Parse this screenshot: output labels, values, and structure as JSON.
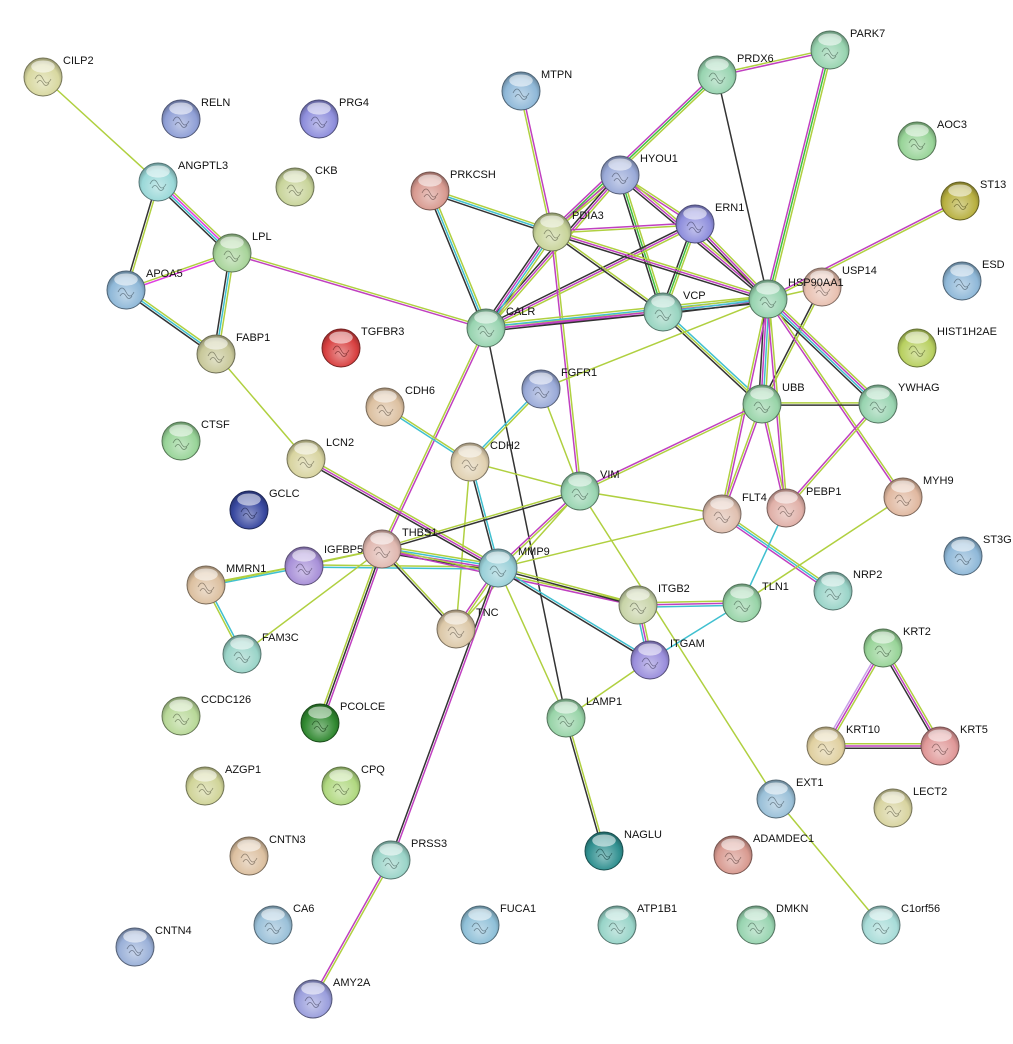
{
  "network": {
    "nodes": [
      {
        "id": "CILP2",
        "label": "CILP2",
        "color": "#d8d8a0"
      },
      {
        "id": "RELN",
        "label": "RELN",
        "color": "#8f9fd6"
      },
      {
        "id": "PRG4",
        "label": "PRG4",
        "color": "#8e8edc"
      },
      {
        "id": "MTPN",
        "label": "MTPN",
        "color": "#8fb8d8"
      },
      {
        "id": "PRDX6",
        "label": "PRDX6",
        "color": "#98d4b0"
      },
      {
        "id": "PARK7",
        "label": "PARK7",
        "color": "#98d4b0"
      },
      {
        "id": "AOC3",
        "label": "AOC3",
        "color": "#98d498"
      },
      {
        "id": "ANGPTL3",
        "label": "ANGPTL3",
        "color": "#9ad8d8"
      },
      {
        "id": "CKB",
        "label": "CKB",
        "color": "#c8d49a"
      },
      {
        "id": "PRKCSH",
        "label": "PRKCSH",
        "color": "#d89a90"
      },
      {
        "id": "HYOU1",
        "label": "HYOU1",
        "color": "#9aaad8"
      },
      {
        "id": "ST13",
        "label": "ST13",
        "color": "#b8b040"
      },
      {
        "id": "ERN1",
        "label": "ERN1",
        "color": "#8e8edc"
      },
      {
        "id": "LPL",
        "label": "LPL",
        "color": "#a8d49a"
      },
      {
        "id": "PDIA3",
        "label": "PDIA3",
        "color": "#c8d49a"
      },
      {
        "id": "APOA5",
        "label": "APOA5",
        "color": "#8fb8d8"
      },
      {
        "id": "USP14",
        "label": "USP14",
        "color": "#e8c0b0"
      },
      {
        "id": "ESD",
        "label": "ESD",
        "color": "#8fb8d8"
      },
      {
        "id": "HSP90AA1",
        "label": "HSP90AA1",
        "color": "#98d4b0"
      },
      {
        "id": "VCP",
        "label": "VCP",
        "color": "#98d4c0"
      },
      {
        "id": "CALR",
        "label": "CALR",
        "color": "#98d4b0"
      },
      {
        "id": "TGFBR3",
        "label": "TGFBR3",
        "color": "#d84040"
      },
      {
        "id": "FABP1",
        "label": "FABP1",
        "color": "#c8c89a"
      },
      {
        "id": "HIST1H2AE",
        "label": "HIST1H2AE",
        "color": "#b8d060"
      },
      {
        "id": "FGFR1",
        "label": "FGFR1",
        "color": "#9aaad8"
      },
      {
        "id": "YWHAG",
        "label": "YWHAG",
        "color": "#98d4b0"
      },
      {
        "id": "CDH6",
        "label": "CDH6",
        "color": "#dcc0a0"
      },
      {
        "id": "UBB",
        "label": "UBB",
        "color": "#98d4a8"
      },
      {
        "id": "CTSF",
        "label": "CTSF",
        "color": "#98d498"
      },
      {
        "id": "LCN2",
        "label": "LCN2",
        "color": "#d8d4a0"
      },
      {
        "id": "CDH2",
        "label": "CDH2",
        "color": "#e0d0b0"
      },
      {
        "id": "VIM",
        "label": "VIM",
        "color": "#98d4b0"
      },
      {
        "id": "MYH9",
        "label": "MYH9",
        "color": "#e0b8a0"
      },
      {
        "id": "GCLC",
        "label": "GCLC",
        "color": "#3848a0"
      },
      {
        "id": "FLT4",
        "label": "FLT4",
        "color": "#e0c0b0"
      },
      {
        "id": "PEBP1",
        "label": "PEBP1",
        "color": "#e0b0a8"
      },
      {
        "id": "IGFBP5",
        "label": "IGFBP5",
        "color": "#a890d8"
      },
      {
        "id": "THBS1",
        "label": "THBS1",
        "color": "#e0b8b0"
      },
      {
        "id": "MMRN1",
        "label": "MMRN1",
        "color": "#dcc0a0"
      },
      {
        "id": "MMP9",
        "label": "MMP9",
        "color": "#9ad0d8"
      },
      {
        "id": "ST3GAL",
        "label": "ST3G",
        "color": "#8fb8d8"
      },
      {
        "id": "NRP2",
        "label": "NRP2",
        "color": "#9ad4c8"
      },
      {
        "id": "ITGB2",
        "label": "ITGB2",
        "color": "#c8d4a8"
      },
      {
        "id": "TLN1",
        "label": "TLN1",
        "color": "#98d4a8"
      },
      {
        "id": "FAM3C",
        "label": "FAM3C",
        "color": "#9ad4c8"
      },
      {
        "id": "TNC",
        "label": "TNC",
        "color": "#dcc8a8"
      },
      {
        "id": "KRT2",
        "label": "KRT2",
        "color": "#98d498"
      },
      {
        "id": "ITGAM",
        "label": "ITGAM",
        "color": "#9a8edc"
      },
      {
        "id": "CCDC126",
        "label": "CCDC126",
        "color": "#b8d898"
      },
      {
        "id": "PCOLCE",
        "label": "PCOLCE",
        "color": "#308830"
      },
      {
        "id": "LAMP1",
        "label": "LAMP1",
        "color": "#98d4a8"
      },
      {
        "id": "KRT10",
        "label": "KRT10",
        "color": "#e0d0a0"
      },
      {
        "id": "KRT5",
        "label": "KRT5",
        "color": "#e09898"
      },
      {
        "id": "AZGP1",
        "label": "AZGP1",
        "color": "#d0d498"
      },
      {
        "id": "CPQ",
        "label": "CPQ",
        "color": "#b0d880"
      },
      {
        "id": "EXT1",
        "label": "EXT1",
        "color": "#9ac0d8"
      },
      {
        "id": "LECT2",
        "label": "LECT2",
        "color": "#d8d4a0"
      },
      {
        "id": "ADAMDEC1",
        "label": "ADAMDEC1",
        "color": "#d89a90"
      },
      {
        "id": "CNTN3",
        "label": "CNTN3",
        "color": "#dcc0a0"
      },
      {
        "id": "PRSS3",
        "label": "PRSS3",
        "color": "#9ad4c8"
      },
      {
        "id": "NAGLU",
        "label": "NAGLU",
        "color": "#309090"
      },
      {
        "id": "CA6",
        "label": "CA6",
        "color": "#9ac0d8"
      },
      {
        "id": "FUCA1",
        "label": "FUCA1",
        "color": "#8fc0d8"
      },
      {
        "id": "ATP1B1",
        "label": "ATP1B1",
        "color": "#98d4c8"
      },
      {
        "id": "DMKN",
        "label": "DMKN",
        "color": "#98d4b0"
      },
      {
        "id": "C1orf56",
        "label": "C1orf56",
        "color": "#a8dcd8"
      },
      {
        "id": "CNTN4",
        "label": "CNTN4",
        "color": "#9ab0d8"
      },
      {
        "id": "AMY2A",
        "label": "AMY2A",
        "color": "#9a9edc"
      }
    ],
    "edges": [
      {
        "a": "CILP2",
        "b": "ANGPTL3",
        "colors": [
          "#b0d040"
        ]
      },
      {
        "a": "ANGPTL3",
        "b": "LPL",
        "colors": [
          "#b0d040",
          "#e040e0",
          "#40c0d0",
          "#333333"
        ]
      },
      {
        "a": "ANGPTL3",
        "b": "APOA5",
        "colors": [
          "#b0d040",
          "#333333"
        ]
      },
      {
        "a": "APOA5",
        "b": "LPL",
        "colors": [
          "#b0d040",
          "#e040e0"
        ]
      },
      {
        "a": "APOA5",
        "b": "FABP1",
        "colors": [
          "#b0d040",
          "#40c0d0",
          "#333333"
        ]
      },
      {
        "a": "LPL",
        "b": "FABP1",
        "colors": [
          "#b0d040",
          "#40c0d0",
          "#333333"
        ]
      },
      {
        "a": "LPL",
        "b": "CALR",
        "colors": [
          "#b0d040",
          "#c040c0"
        ]
      },
      {
        "a": "FABP1",
        "b": "LCN2",
        "colors": [
          "#b0d040"
        ]
      },
      {
        "a": "MTPN",
        "b": "PDIA3",
        "colors": [
          "#c040c0",
          "#b0d040"
        ]
      },
      {
        "a": "PRKCSH",
        "b": "PDIA3",
        "colors": [
          "#b0d040",
          "#40c0d0",
          "#333333"
        ]
      },
      {
        "a": "PRKCSH",
        "b": "CALR",
        "colors": [
          "#b0d040",
          "#40c0d0",
          "#333333"
        ]
      },
      {
        "a": "PRDX6",
        "b": "PARK7",
        "colors": [
          "#b0d040",
          "#c040c0"
        ]
      },
      {
        "a": "PRDX6",
        "b": "PDIA3",
        "colors": [
          "#b0d040",
          "#40c040",
          "#c040c0"
        ]
      },
      {
        "a": "PRDX6",
        "b": "HSP90AA1",
        "colors": [
          "#333333"
        ]
      },
      {
        "a": "PARK7",
        "b": "HSP90AA1",
        "colors": [
          "#b0d040",
          "#40c040",
          "#c040c0"
        ]
      },
      {
        "a": "HYOU1",
        "b": "PDIA3",
        "colors": [
          "#b0d040",
          "#c040c0"
        ]
      },
      {
        "a": "HYOU1",
        "b": "ERN1",
        "colors": [
          "#b0d040",
          "#c040c0"
        ]
      },
      {
        "a": "HYOU1",
        "b": "CALR",
        "colors": [
          "#b0d040",
          "#c040c0",
          "#333333"
        ]
      },
      {
        "a": "HYOU1",
        "b": "VCP",
        "colors": [
          "#b0d040",
          "#40c040",
          "#333333"
        ]
      },
      {
        "a": "HYOU1",
        "b": "HSP90AA1",
        "colors": [
          "#b0d040",
          "#c040c0",
          "#333333"
        ]
      },
      {
        "a": "ERN1",
        "b": "PDIA3",
        "colors": [
          "#b0d040",
          "#c040c0"
        ]
      },
      {
        "a": "ERN1",
        "b": "CALR",
        "colors": [
          "#b0d040",
          "#c040c0",
          "#333333"
        ]
      },
      {
        "a": "ERN1",
        "b": "VCP",
        "colors": [
          "#b0d040",
          "#40c040",
          "#333333"
        ]
      },
      {
        "a": "ERN1",
        "b": "HSP90AA1",
        "colors": [
          "#b0d040",
          "#c040c0",
          "#333333"
        ]
      },
      {
        "a": "PDIA3",
        "b": "CALR",
        "colors": [
          "#b0d040",
          "#40c0d0",
          "#c040c0",
          "#333333"
        ]
      },
      {
        "a": "PDIA3",
        "b": "VCP",
        "colors": [
          "#b0d040",
          "#333333"
        ]
      },
      {
        "a": "PDIA3",
        "b": "HSP90AA1",
        "colors": [
          "#b0d040",
          "#c040c0",
          "#333333"
        ]
      },
      {
        "a": "PDIA3",
        "b": "VIM",
        "colors": [
          "#b0d040",
          "#c040c0"
        ]
      },
      {
        "a": "CALR",
        "b": "VCP",
        "colors": [
          "#b0d040",
          "#c040c0"
        ]
      },
      {
        "a": "CALR",
        "b": "HSP90AA1",
        "colors": [
          "#b0d040",
          "#40c0d0",
          "#c040c0",
          "#333333"
        ]
      },
      {
        "a": "CALR",
        "b": "THBS1",
        "colors": [
          "#c040c0",
          "#b0d040"
        ]
      },
      {
        "a": "CALR",
        "b": "LAMP1",
        "colors": [
          "#333333"
        ]
      },
      {
        "a": "VCP",
        "b": "HSP90AA1",
        "colors": [
          "#b0d040",
          "#40c0d0",
          "#333333"
        ]
      },
      {
        "a": "VCP",
        "b": "UBB",
        "colors": [
          "#40c0d0",
          "#b0d040",
          "#333333"
        ]
      },
      {
        "a": "ST13",
        "b": "HSP90AA1",
        "colors": [
          "#b0d040",
          "#c040c0"
        ]
      },
      {
        "a": "USP14",
        "b": "HSP90AA1",
        "colors": [
          "#b0d040"
        ]
      },
      {
        "a": "USP14",
        "b": "UBB",
        "colors": [
          "#b0d040",
          "#333333"
        ]
      },
      {
        "a": "HSP90AA1",
        "b": "UBB",
        "colors": [
          "#b0d040",
          "#40c0d0",
          "#c040c0",
          "#333333"
        ]
      },
      {
        "a": "HSP90AA1",
        "b": "YWHAG",
        "colors": [
          "#b0d040",
          "#c040c0",
          "#40c0d0",
          "#333333"
        ]
      },
      {
        "a": "HSP90AA1",
        "b": "MYH9",
        "colors": [
          "#b0d040",
          "#c040c0"
        ]
      },
      {
        "a": "HSP90AA1",
        "b": "FLT4",
        "colors": [
          "#c040c0",
          "#b0d040"
        ]
      },
      {
        "a": "HSP90AA1",
        "b": "PEBP1",
        "colors": [
          "#b0d040",
          "#c040c0"
        ]
      },
      {
        "a": "HSP90AA1",
        "b": "FGFR1",
        "colors": [
          "#b0d040"
        ]
      },
      {
        "a": "UBB",
        "b": "YWHAG",
        "colors": [
          "#b0d040",
          "#333333"
        ]
      },
      {
        "a": "UBB",
        "b": "PEBP1",
        "colors": [
          "#b0d040",
          "#c040c0"
        ]
      },
      {
        "a": "UBB",
        "b": "VIM",
        "colors": [
          "#b0d040",
          "#c040c0"
        ]
      },
      {
        "a": "UBB",
        "b": "FLT4",
        "colors": [
          "#c040c0",
          "#b0d040"
        ]
      },
      {
        "a": "YWHAG",
        "b": "PEBP1",
        "colors": [
          "#b0d040",
          "#c040c0"
        ]
      },
      {
        "a": "FGFR1",
        "b": "CDH2",
        "colors": [
          "#b0d040",
          "#40c0d0"
        ]
      },
      {
        "a": "FGFR1",
        "b": "VIM",
        "colors": [
          "#b0d040"
        ]
      },
      {
        "a": "CDH6",
        "b": "CDH2",
        "colors": [
          "#b0d040",
          "#40c0d0"
        ]
      },
      {
        "a": "CDH2",
        "b": "VIM",
        "colors": [
          "#b0d040"
        ]
      },
      {
        "a": "CDH2",
        "b": "MMP9",
        "colors": [
          "#40c0d0",
          "#333333"
        ]
      },
      {
        "a": "CDH2",
        "b": "TNC",
        "colors": [
          "#b0d040"
        ]
      },
      {
        "a": "LCN2",
        "b": "MMP9",
        "colors": [
          "#b0d040",
          "#c040c0",
          "#333333"
        ]
      },
      {
        "a": "VIM",
        "b": "THBS1",
        "colors": [
          "#333333",
          "#b0d040"
        ]
      },
      {
        "a": "VIM",
        "b": "MMP9",
        "colors": [
          "#b0d040",
          "#c040c0"
        ]
      },
      {
        "a": "VIM",
        "b": "TNC",
        "colors": [
          "#b0d040"
        ]
      },
      {
        "a": "VIM",
        "b": "FLT4",
        "colors": [
          "#b0d040"
        ]
      },
      {
        "a": "VIM",
        "b": "EXT1",
        "colors": [
          "#b0d040"
        ]
      },
      {
        "a": "FLT4",
        "b": "NRP2",
        "colors": [
          "#b0d040",
          "#40c0d0",
          "#c040c0"
        ]
      },
      {
        "a": "FLT4",
        "b": "MMP9",
        "colors": [
          "#b0d040"
        ]
      },
      {
        "a": "PEBP1",
        "b": "TLN1",
        "colors": [
          "#40c0d0"
        ]
      },
      {
        "a": "MYH9",
        "b": "TLN1",
        "colors": [
          "#b0d040"
        ]
      },
      {
        "a": "IGFBP5",
        "b": "THBS1",
        "colors": [
          "#b0d040"
        ]
      },
      {
        "a": "IGFBP5",
        "b": "MMRN1",
        "colors": [
          "#40c0d0",
          "#b0d040"
        ]
      },
      {
        "a": "IGFBP5",
        "b": "MMP9",
        "colors": [
          "#b0d040",
          "#40c0d0"
        ]
      },
      {
        "a": "THBS1",
        "b": "MMRN1",
        "colors": [
          "#b0d040"
        ]
      },
      {
        "a": "THBS1",
        "b": "MMP9",
        "colors": [
          "#b0d040",
          "#40c0d0",
          "#c040c0",
          "#333333"
        ]
      },
      {
        "a": "THBS1",
        "b": "TNC",
        "colors": [
          "#b0d040",
          "#333333"
        ]
      },
      {
        "a": "THBS1",
        "b": "PCOLCE",
        "colors": [
          "#c040c0",
          "#333333",
          "#b0d040"
        ]
      },
      {
        "a": "THBS1",
        "b": "FAM3C",
        "colors": [
          "#b0d040"
        ]
      },
      {
        "a": "THBS1",
        "b": "ITGB2",
        "colors": [
          "#b0d040",
          "#c040c0"
        ]
      },
      {
        "a": "MMRN1",
        "b": "FAM3C",
        "colors": [
          "#40c0d0",
          "#b0d040"
        ]
      },
      {
        "a": "MMP9",
        "b": "TNC",
        "colors": [
          "#b0d040",
          "#c040c0"
        ]
      },
      {
        "a": "MMP9",
        "b": "ITGB2",
        "colors": [
          "#b0d040",
          "#333333"
        ]
      },
      {
        "a": "MMP9",
        "b": "ITGAM",
        "colors": [
          "#40c0d0",
          "#333333"
        ]
      },
      {
        "a": "MMP9",
        "b": "PRSS3",
        "colors": [
          "#c040c0",
          "#333333"
        ]
      },
      {
        "a": "MMP9",
        "b": "LAMP1",
        "colors": [
          "#b0d040"
        ]
      },
      {
        "a": "ITGB2",
        "b": "TLN1",
        "colors": [
          "#b0d040",
          "#c040c0",
          "#40c0d0"
        ]
      },
      {
        "a": "ITGB2",
        "b": "ITGAM",
        "colors": [
          "#b0d040",
          "#c040c0",
          "#40c0d0"
        ]
      },
      {
        "a": "ITGAM",
        "b": "TLN1",
        "colors": [
          "#40c0d0"
        ]
      },
      {
        "a": "ITGAM",
        "b": "LAMP1",
        "colors": [
          "#b0d040"
        ]
      },
      {
        "a": "LAMP1",
        "b": "NAGLU",
        "colors": [
          "#b0d040",
          "#333333"
        ]
      },
      {
        "a": "KRT2",
        "b": "KRT10",
        "colors": [
          "#b0d040",
          "#c040c0",
          "#c8a0e8"
        ]
      },
      {
        "a": "KRT2",
        "b": "KRT5",
        "colors": [
          "#b0d040",
          "#c040c0",
          "#333333"
        ]
      },
      {
        "a": "KRT10",
        "b": "KRT5",
        "colors": [
          "#b0d040",
          "#c040c0",
          "#333333"
        ]
      },
      {
        "a": "EXT1",
        "b": "C1orf56",
        "colors": [
          "#b0d040"
        ]
      },
      {
        "a": "PRSS3",
        "b": "AMY2A",
        "colors": [
          "#b0d040",
          "#c040c0"
        ]
      }
    ]
  }
}
